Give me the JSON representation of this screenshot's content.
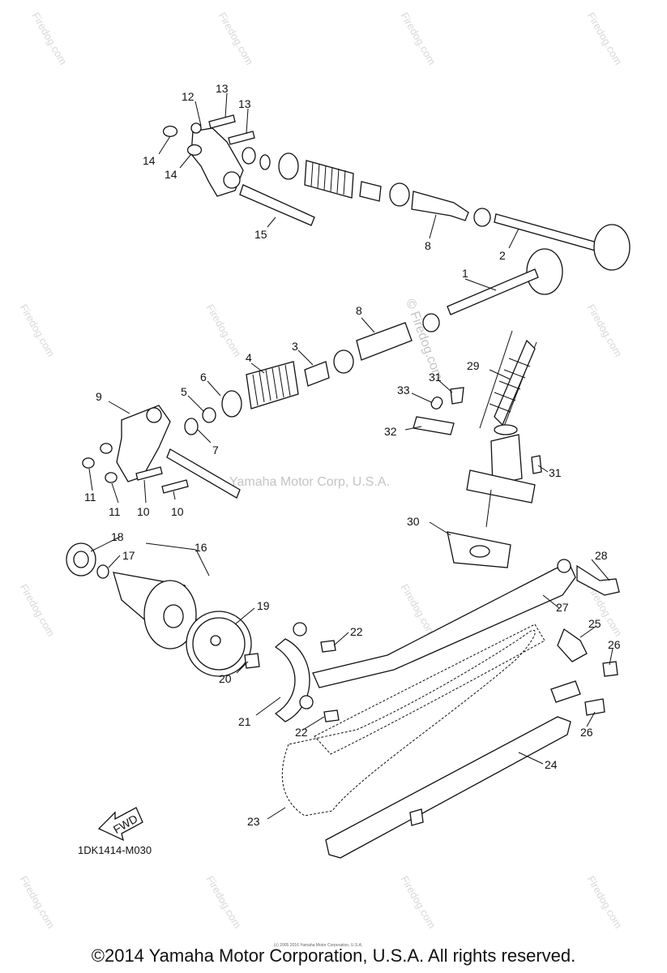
{
  "watermark": {
    "site": "Firedog.com",
    "center_mark": "© Firedog.com",
    "center_text": "Yamaha Motor Corp, U.S.A."
  },
  "diagram": {
    "code": "1DK1414-M030",
    "fwd_label": "FWD",
    "callouts": [
      "1",
      "2",
      "3",
      "4",
      "5",
      "6",
      "7",
      "8",
      "8",
      "9",
      "10",
      "10",
      "11",
      "11",
      "12",
      "13",
      "13",
      "14",
      "14",
      "15",
      "16",
      "17",
      "18",
      "19",
      "20",
      "21",
      "22",
      "22",
      "23",
      "24",
      "25",
      "26",
      "26",
      "27",
      "28",
      "29",
      "30",
      "31",
      "31",
      "32",
      "33"
    ]
  },
  "footer": {
    "tiny_credit": "(c) 2005 2016 Yamaha Motor Corporation, U.S.A.",
    "copyright": "©2014 Yamaha Motor Corporation, U.S.A. All rights reserved."
  }
}
